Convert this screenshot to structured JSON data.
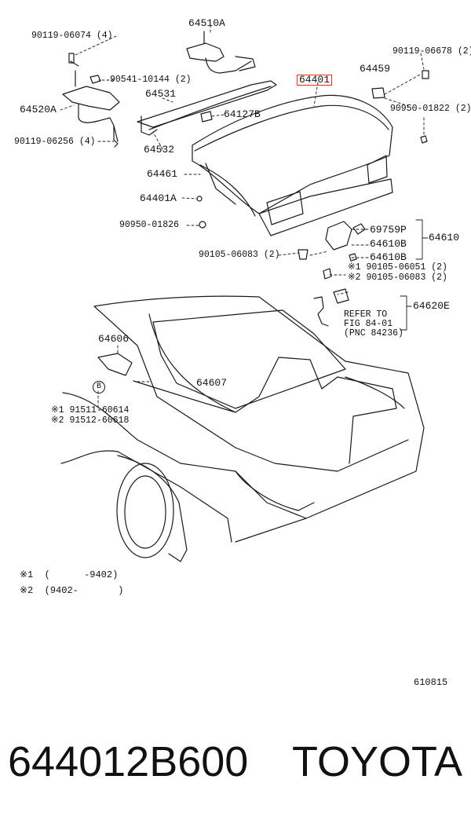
{
  "labels": {
    "p90119_06074": "90119-06074 (4)",
    "p64510A": "64510A",
    "p90119_06678": "90119-06678 (2)",
    "p64459": "64459",
    "p64401_highlight": "64401",
    "p90541_10144": "90541-10144 (2)",
    "p64531": "64531",
    "p90950_01822": "90950-01822 (2)",
    "p64520A": "64520A",
    "p64127B": "64127B",
    "p90119_06256": "90119-06256 (4)",
    "p64532": "64532",
    "p64461": "64461",
    "p64401A": "64401A",
    "p90950_01826": "90950-01826",
    "p69759P": "69759P",
    "p64610": "64610",
    "p64610B_1": "64610B",
    "p90105_06083": "90105-06083 (2)",
    "p64610B_2": "64610B",
    "p90105_06051": "※1 90105-06051 (2)",
    "p90105_06083b": "※2 90105-06083 (2)",
    "p64620E": "64620E",
    "refer_line1": "REFER TO",
    "refer_line2": "FIG 84-01",
    "refer_line3": "(PNC 84236)",
    "p64606": "64606",
    "p64607": "64607",
    "circle_b": "B",
    "p91511_60614": "※1 91511-60614",
    "p91512_60618": "※2 91512-60618"
  },
  "notes": {
    "n1": "※1  (      -9402)",
    "n2": "※2  (9402-       )"
  },
  "figure_number": "610815",
  "footer": {
    "part_number": "644012B600",
    "brand": "TOYOTA"
  },
  "colors": {
    "highlight": "#e0301e",
    "line": "#1a1a1a"
  }
}
